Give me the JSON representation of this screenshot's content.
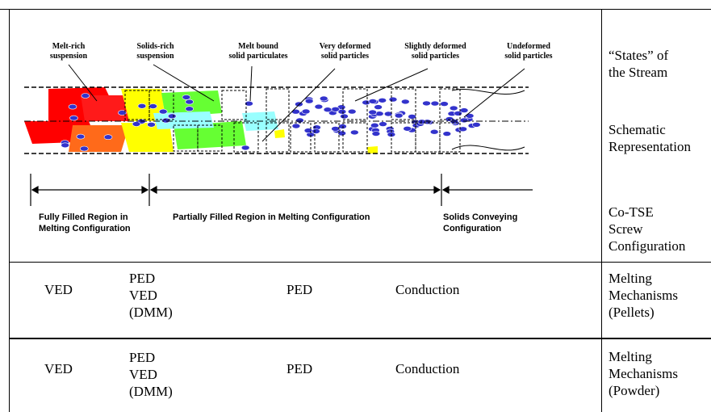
{
  "diagram": {
    "labels": {
      "melt_rich": "Melt-rich\nsuspension",
      "solids_rich": "Solids-rich\nsuspension",
      "melt_bound": "Melt bound\nsolid particulates",
      "very_deformed": "Very deformed\nsolid particles",
      "slightly_deformed": "Slightly deformed\nsolid particles",
      "undeformed": "Undeformed\nsolid particles"
    },
    "regions": {
      "fully_filled": "Fully Filled Region in\nMelting Configuration",
      "partially_filled": "Partially Filled Region in Melting Configuration",
      "solids_conveying": "Solids Conveying\nConfiguration"
    },
    "colors": {
      "melt": "#ff0000",
      "melt_orange": "#ff6a1a",
      "solids_yellow": "#ffff00",
      "green": "#66ff33",
      "cyan": "#99ffff",
      "particle_blue": "#3333cc"
    }
  },
  "side_labels": {
    "states": "“States” of\nthe Stream",
    "schematic": "Schematic\nRepresentation",
    "screw": "Co-TSE\nScrew\nConfiguration",
    "pellets": "Melting\nMechanisms\n(Pellets)",
    "powder": "Melting\nMechanisms\n(Powder)"
  },
  "rows": [
    {
      "c1": "VED",
      "c2": "PED\nVED\n(DMM)",
      "c3": "PED",
      "c4": "Conduction"
    },
    {
      "c1": "VED",
      "c2": "PED\nVED\n(DMM)",
      "c3": "PED",
      "c4": "Conduction"
    }
  ]
}
